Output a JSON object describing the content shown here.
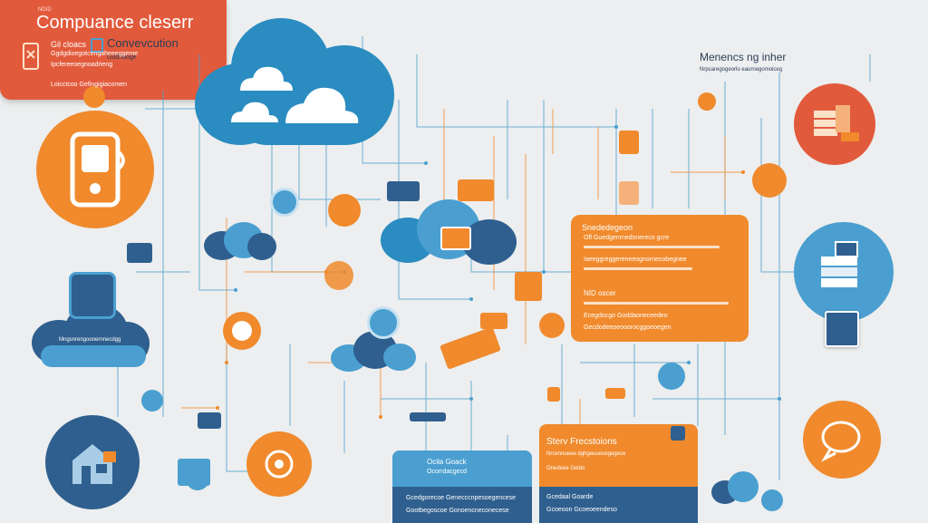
{
  "title_card": {
    "tag": "NDID",
    "title": "Compuance cleserr",
    "subtitle": "Gil cloacs",
    "lines": [
      "Ggdgdioegotcengaheeeggeme",
      "Ipcfereeoegnoadrieng"
    ],
    "footer": "Loicctcoo Gefingigiacomen"
  },
  "top_left": {
    "title": "Convevcution",
    "subtitle": "Godhaoge"
  },
  "top_right": {
    "title": "Menencs ng inher",
    "lines": [
      "Nrpcaregogeorlo eaurnegomoiceg"
    ]
  },
  "orange_panel": {
    "heading": "Snededegeon",
    "rows": [
      "Ofl Guedgenrnedsnereco gcre",
      "Iaeeggreggereneeognornecobegnee",
      "NID oscer",
      "Ecegdocgo Goddaoneceedeo",
      "Gecdodeeoeooorocggoeoegen"
    ]
  },
  "cloud_label": "Mngsnrengoonernnecdgg",
  "bottom_left_panel": {
    "title": "Ocila Goack",
    "sub": "Ocorrdacgecd",
    "rows": [
      "Gcedgorecoe Genecccnpesoegencese",
      "Gootbegoscoe Gonoencneconecese"
    ]
  },
  "bottom_right_panel": {
    "title": "Sterv Frecstoions",
    "lines": [
      "Nrcennueee dghgeuueuegegece",
      "Onedeee Geldo"
    ],
    "rows": [
      "Gcedaal Goarde",
      "Gcoeoon Gcoeoeendeso"
    ]
  },
  "colors": {
    "orange": "#f08a2c",
    "red": "#e25a3c",
    "blue": "#4a9fd0",
    "navy": "#2f5f8e",
    "background": "#eceeef"
  }
}
